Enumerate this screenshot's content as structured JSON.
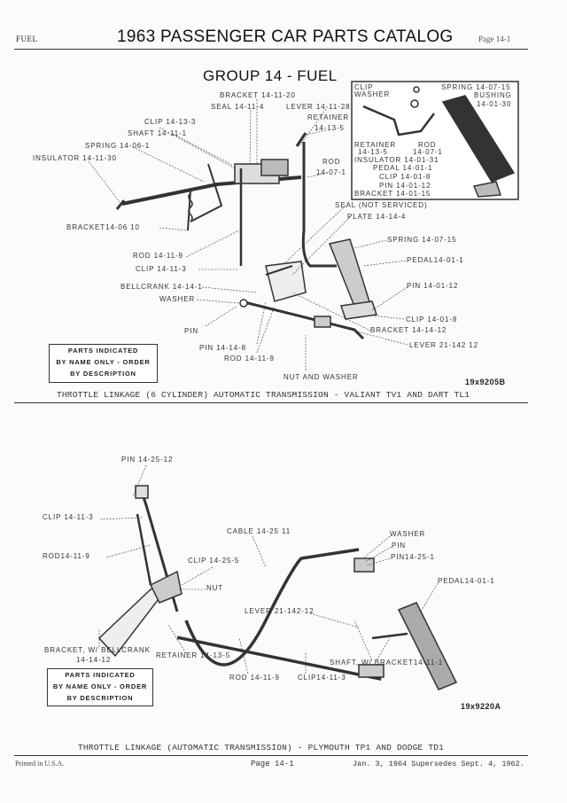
{
  "header": {
    "section": "FUEL",
    "title": "1963 PASSENGER CAR PARTS CATALOG",
    "page": "Page 14-1"
  },
  "group_title": "GROUP 14 - FUEL",
  "figure1": {
    "labels": [
      "BRACKET 14-11-20",
      "SEAL 14-11-4",
      "LEVER 14-11-28",
      "RETAINER",
      "14-13-5",
      "CLIP 14-13-3",
      "SHAFT 14-11-1",
      "SPRING 14-06-1",
      "INSULATOR 14-11-30",
      "ROD",
      "14-07-1",
      "BRACKET14-06 10",
      "SEAL (NOT SERVICED)",
      "PLATE 14-14-4",
      "SPRING 14-07-15",
      "PEDAL14-01-1",
      "PIN 14-01-12",
      "ROD 14-11-9",
      "CLIP 14-11-3",
      "BELLCRANK 14-14-1",
      "WASHER",
      "CLIP 14-01-8",
      "BRACKET 14-14-12",
      "PIN",
      "PIN 14-14-8",
      "LEVER 21-142 12",
      "ROD 14-11-9",
      "NUT AND WASHER"
    ],
    "inset_labels": [
      "CLIP",
      "WASHER",
      "SPRING 14-07-15",
      "BUSHING",
      "14-01-30",
      "RETAINER",
      "14-13-5",
      "ROD",
      "14-07-1",
      "INSULATOR 14-01-31",
      "PEDAL 14-01-1",
      "CLIP 14-01-8",
      "PIN 14-01-12",
      "BRACKET 14-01-15"
    ],
    "parts_note": [
      "PARTS INDICATED",
      "BY NAME ONLY - ORDER",
      "BY DESCRIPTION"
    ],
    "figure_number": "19x9205B",
    "caption": "THROTTLE LINKAGE (6 CYLINDER) AUTOMATIC TRANSMISSION - VALIANT TV1 AND DART TL1"
  },
  "figure2": {
    "labels": [
      "PIN 14-25-12",
      "CLIP 14-11-3",
      "CABLE 14-25 11",
      "WASHER",
      "PIN",
      "PIN14-25-1",
      "ROD14-11-9",
      "CLIP 14-25-5",
      "NUT",
      "PEDAL14-01-1",
      "LEVER 21-142-12",
      "BRACKET, W/ BELLCRANK",
      "14-14-12",
      "RETAINER 14-13-5",
      "SHAFT, W/ BRACKET14-11-1",
      "ROD 14-11-9",
      "CLIP14-11-3"
    ],
    "parts_note": [
      "PARTS INDICATED",
      "BY NAME ONLY - ORDER",
      "BY DESCRIPTION"
    ],
    "figure_number": "19x9220A",
    "caption": "THROTTLE LINKAGE (AUTOMATIC TRANSMISSION) - PLYMOUTH TP1 AND DODGE TD1"
  },
  "footer": {
    "printed": "Printed in U.S.A.",
    "page": "Page 14-1",
    "date": "Jan. 3, 1964 Supersedes Sept. 4, 1962."
  }
}
